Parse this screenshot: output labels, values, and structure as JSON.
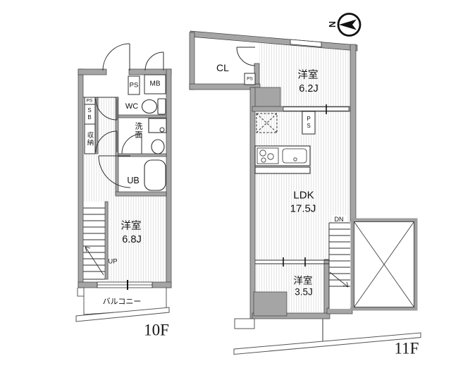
{
  "compass": {
    "north_label": "N"
  },
  "floor10": {
    "label": "10F",
    "room_main": {
      "name": "洋室",
      "size": "6.8J"
    },
    "balcony_label": "バルコニー",
    "stairs_label": "UP",
    "wc_label": "WC",
    "washroom_label": "洗面",
    "bath_label": "UB",
    "shoebox_label": "SB",
    "storage_label": "収納",
    "ps_entrance_label": "PS",
    "ps_hall_label": "PS",
    "meterbox_label": "MB"
  },
  "floor11": {
    "label": "11F",
    "ldk": {
      "name": "LDK",
      "size": "17.5J"
    },
    "room_62": {
      "name": "洋室",
      "size": "6.2J"
    },
    "room_35": {
      "name": "洋室",
      "size": "3.5J"
    },
    "closet_label": "CL",
    "ps_closet_label": "PS",
    "ps_kitchen_label": "PS",
    "stairs_label": "DN"
  }
}
